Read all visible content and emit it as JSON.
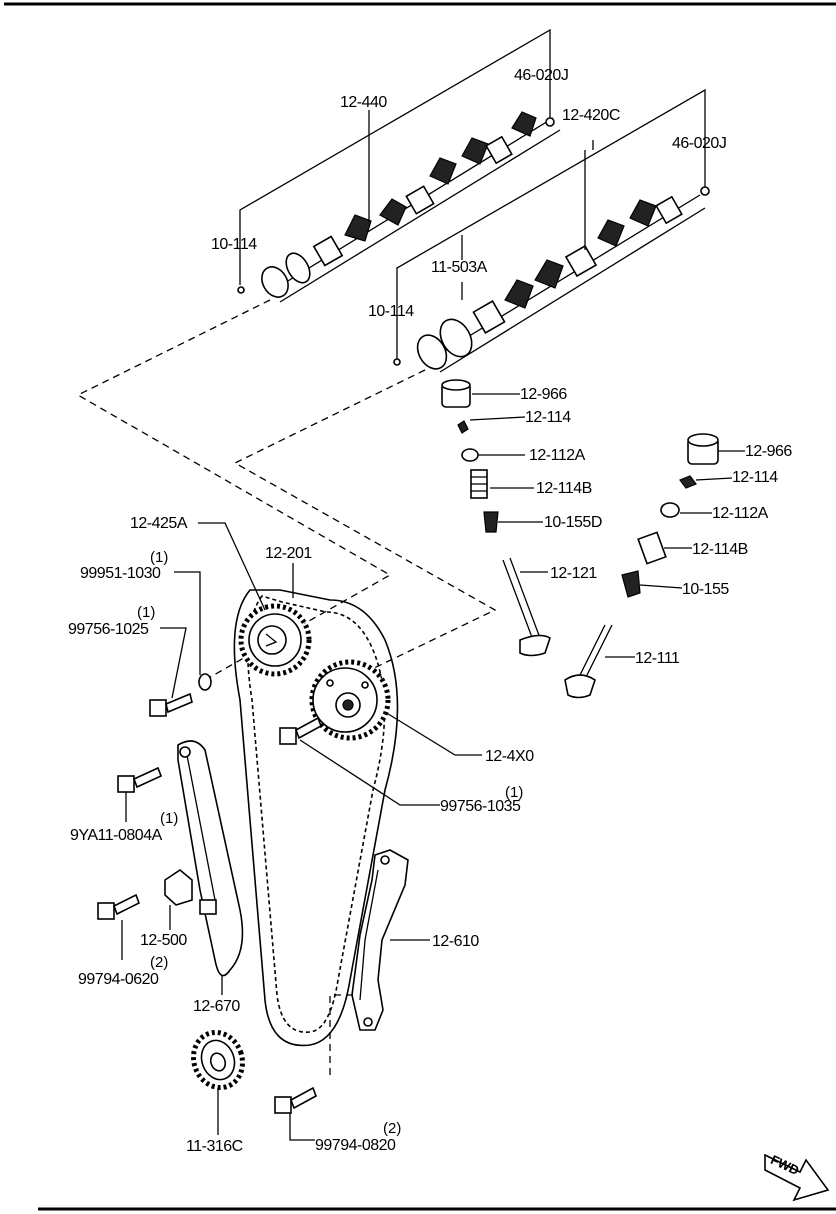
{
  "parts": {
    "camshaft_exhaust": "12-440",
    "plug_upper": "46-020J",
    "camshaft_intake": "12-420C",
    "plug_lower": "46-020J",
    "pin_upper": "10-114",
    "dowel": "11-503A",
    "pin_lower": "10-114",
    "tappet_left": "12-966",
    "lock_left": "12-114",
    "retainer_left": "12-112A",
    "spring_left": "12-114B",
    "seal_left": "10-155D",
    "exhaust_valve": "12-121",
    "tappet_right": "12-966",
    "lock_right": "12-114",
    "retainer_right": "12-112A",
    "spring_right": "12-114B",
    "seal_right": "10-155",
    "intake_valve": "12-111",
    "sprocket_exhaust": "12-425A",
    "chain": "12-201",
    "washer": "99951-1030",
    "washer_qty": "(1)",
    "bolt_sprocket": "99756-1025",
    "bolt_sprocket_qty": "(1)",
    "variable_valve": "12-4X0",
    "bolt_vvt": "99756-1035",
    "bolt_vvt_qty": "(1)",
    "bolt_guide": "9YA11-0804A",
    "bolt_guide_qty": "(1)",
    "tensioner": "12-500",
    "bolt_tensioner": "99794-0620",
    "bolt_tensioner_qty": "(2)",
    "tensioner_arm": "12-670",
    "chain_guide": "12-610",
    "crank_sprocket": "11-316C",
    "bolt_guide_lower": "99794-0820",
    "bolt_guide_lower_qty": "(2)"
  },
  "fwd_label": "FWD",
  "icons": [
    "fwd-arrow-icon"
  ]
}
